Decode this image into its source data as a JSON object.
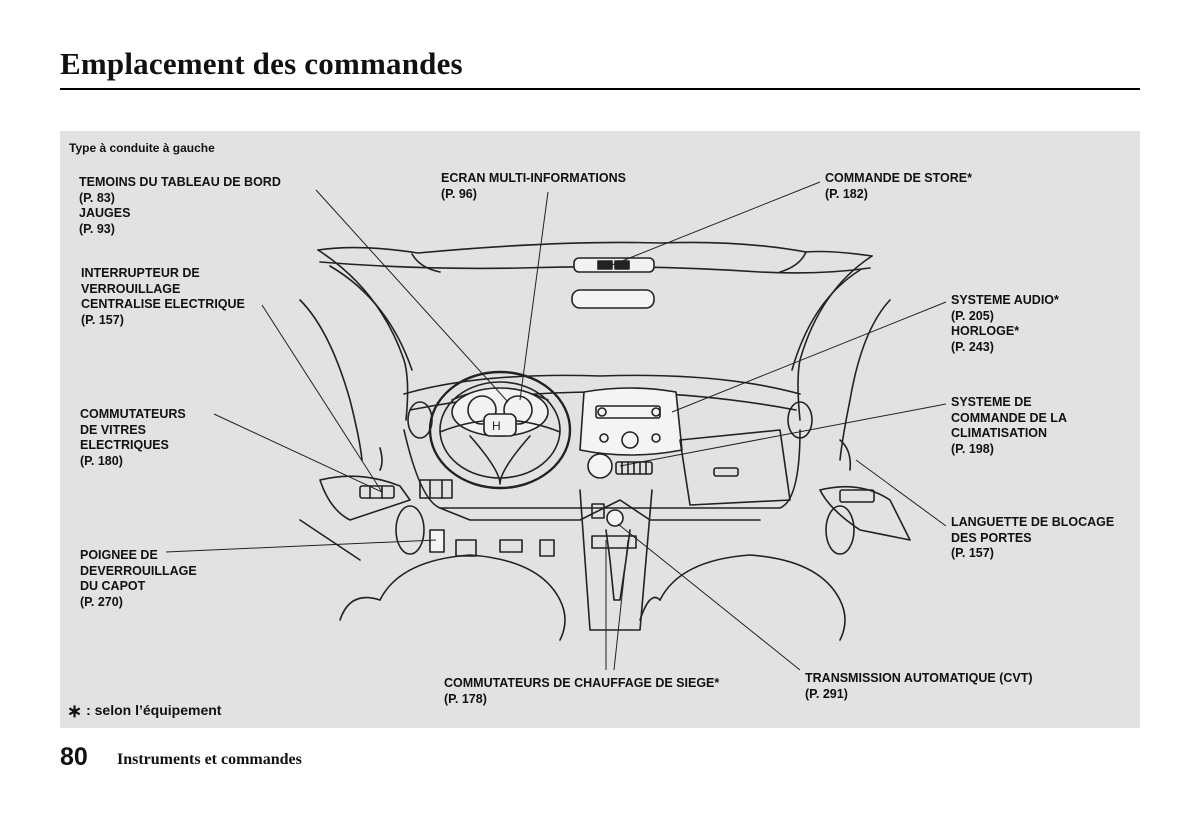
{
  "page": {
    "title": "Emplacement des commandes",
    "caption": "Type à conduite à gauche",
    "footnote_symbol": "∗",
    "footnote_text": ": selon l’équipement",
    "page_number": "80",
    "section": "Instruments et commandes"
  },
  "callouts": {
    "temoins": [
      "TEMOINS DU TABLEAU DE BORD",
      "(P. 83)",
      "JAUGES",
      "(P. 93)"
    ],
    "ecran": [
      "ECRAN MULTI-INFORMATIONS",
      "(P. 96)"
    ],
    "store": [
      "COMMANDE DE STORE*",
      "(P. 182)"
    ],
    "verrouillage": [
      "INTERRUPTEUR DE",
      "VERROUILLAGE",
      "CENTRALISE ELECTRIQUE",
      "(P. 157)"
    ],
    "audio": [
      "SYSTEME AUDIO*",
      "(P. 205)",
      "HORLOGE*",
      "(P. 243)"
    ],
    "vitres": [
      "COMMUTATEURS",
      "DE VITRES",
      "ELECTRIQUES",
      "(P. 180)"
    ],
    "climatisation": [
      "SYSTEME DE",
      "COMMANDE DE LA",
      "CLIMATISATION",
      "(P. 198)"
    ],
    "languette": [
      "LANGUETTE DE BLOCAGE",
      "DES PORTES",
      "(P. 157)"
    ],
    "capot": [
      "POIGNEE DE",
      "DEVERROUILLAGE",
      "DU CAPOT",
      "(P. 270)"
    ],
    "chauffage": [
      "COMMUTATEURS DE CHAUFFAGE DE SIEGE*",
      "(P. 178)"
    ],
    "transmission": [
      "TRANSMISSION AUTOMATIQUE (CVT)",
      "(P. 291)"
    ]
  }
}
